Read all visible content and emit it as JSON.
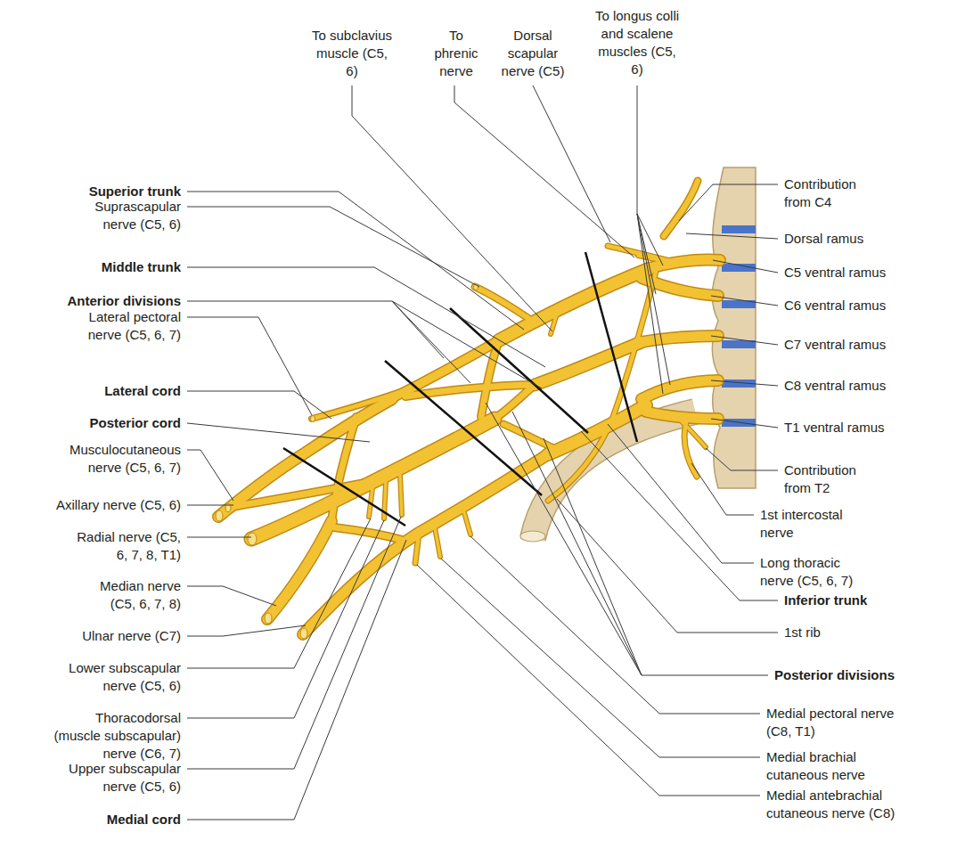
{
  "diagram": {
    "labels": [
      "To subclavius muscle (C5, 6)",
      "To phrenic nerve",
      "Dorsal scapular nerve (C5)",
      "To longus colli and scalene muscles (C5, 6)",
      "Superior trunk",
      "Suprascapular nerve (C5, 6)",
      "Middle trunk",
      "Anterior divisions",
      "Lateral pectoral nerve (C5, 6, 7)",
      "Lateral cord",
      "Posterior cord",
      "Musculocutaneous nerve (C5, 6, 7)",
      "Axillary nerve (C5, 6)",
      "Radial nerve (C5, 6, 7, 8, T1)",
      "Median nerve (C5, 6, 7, 8)",
      "Ulnar nerve (C7)",
      "Lower subscapular nerve (C5, 6)",
      "Thoracodorsal (muscle subscapular) nerve (C6, 7)",
      "Upper subscapular nerve (C5, 6)",
      "Medial cord",
      "Contribution from C4",
      "Dorsal ramus",
      "C5 ventral ramus",
      "C6 ventral ramus",
      "C7 ventral ramus",
      "C8 ventral ramus",
      "T1 ventral ramus",
      "Contribution from T2",
      "1st intercostal nerve",
      "Long thoracic nerve (C5, 6, 7)",
      "Inferior trunk",
      "1st rib",
      "Posterior divisions",
      "Medial pectoral nerve (C8, T1)",
      "Medial brachial cutaneous nerve",
      "Medial antebrachial cutaneous nerve (C8)"
    ]
  }
}
